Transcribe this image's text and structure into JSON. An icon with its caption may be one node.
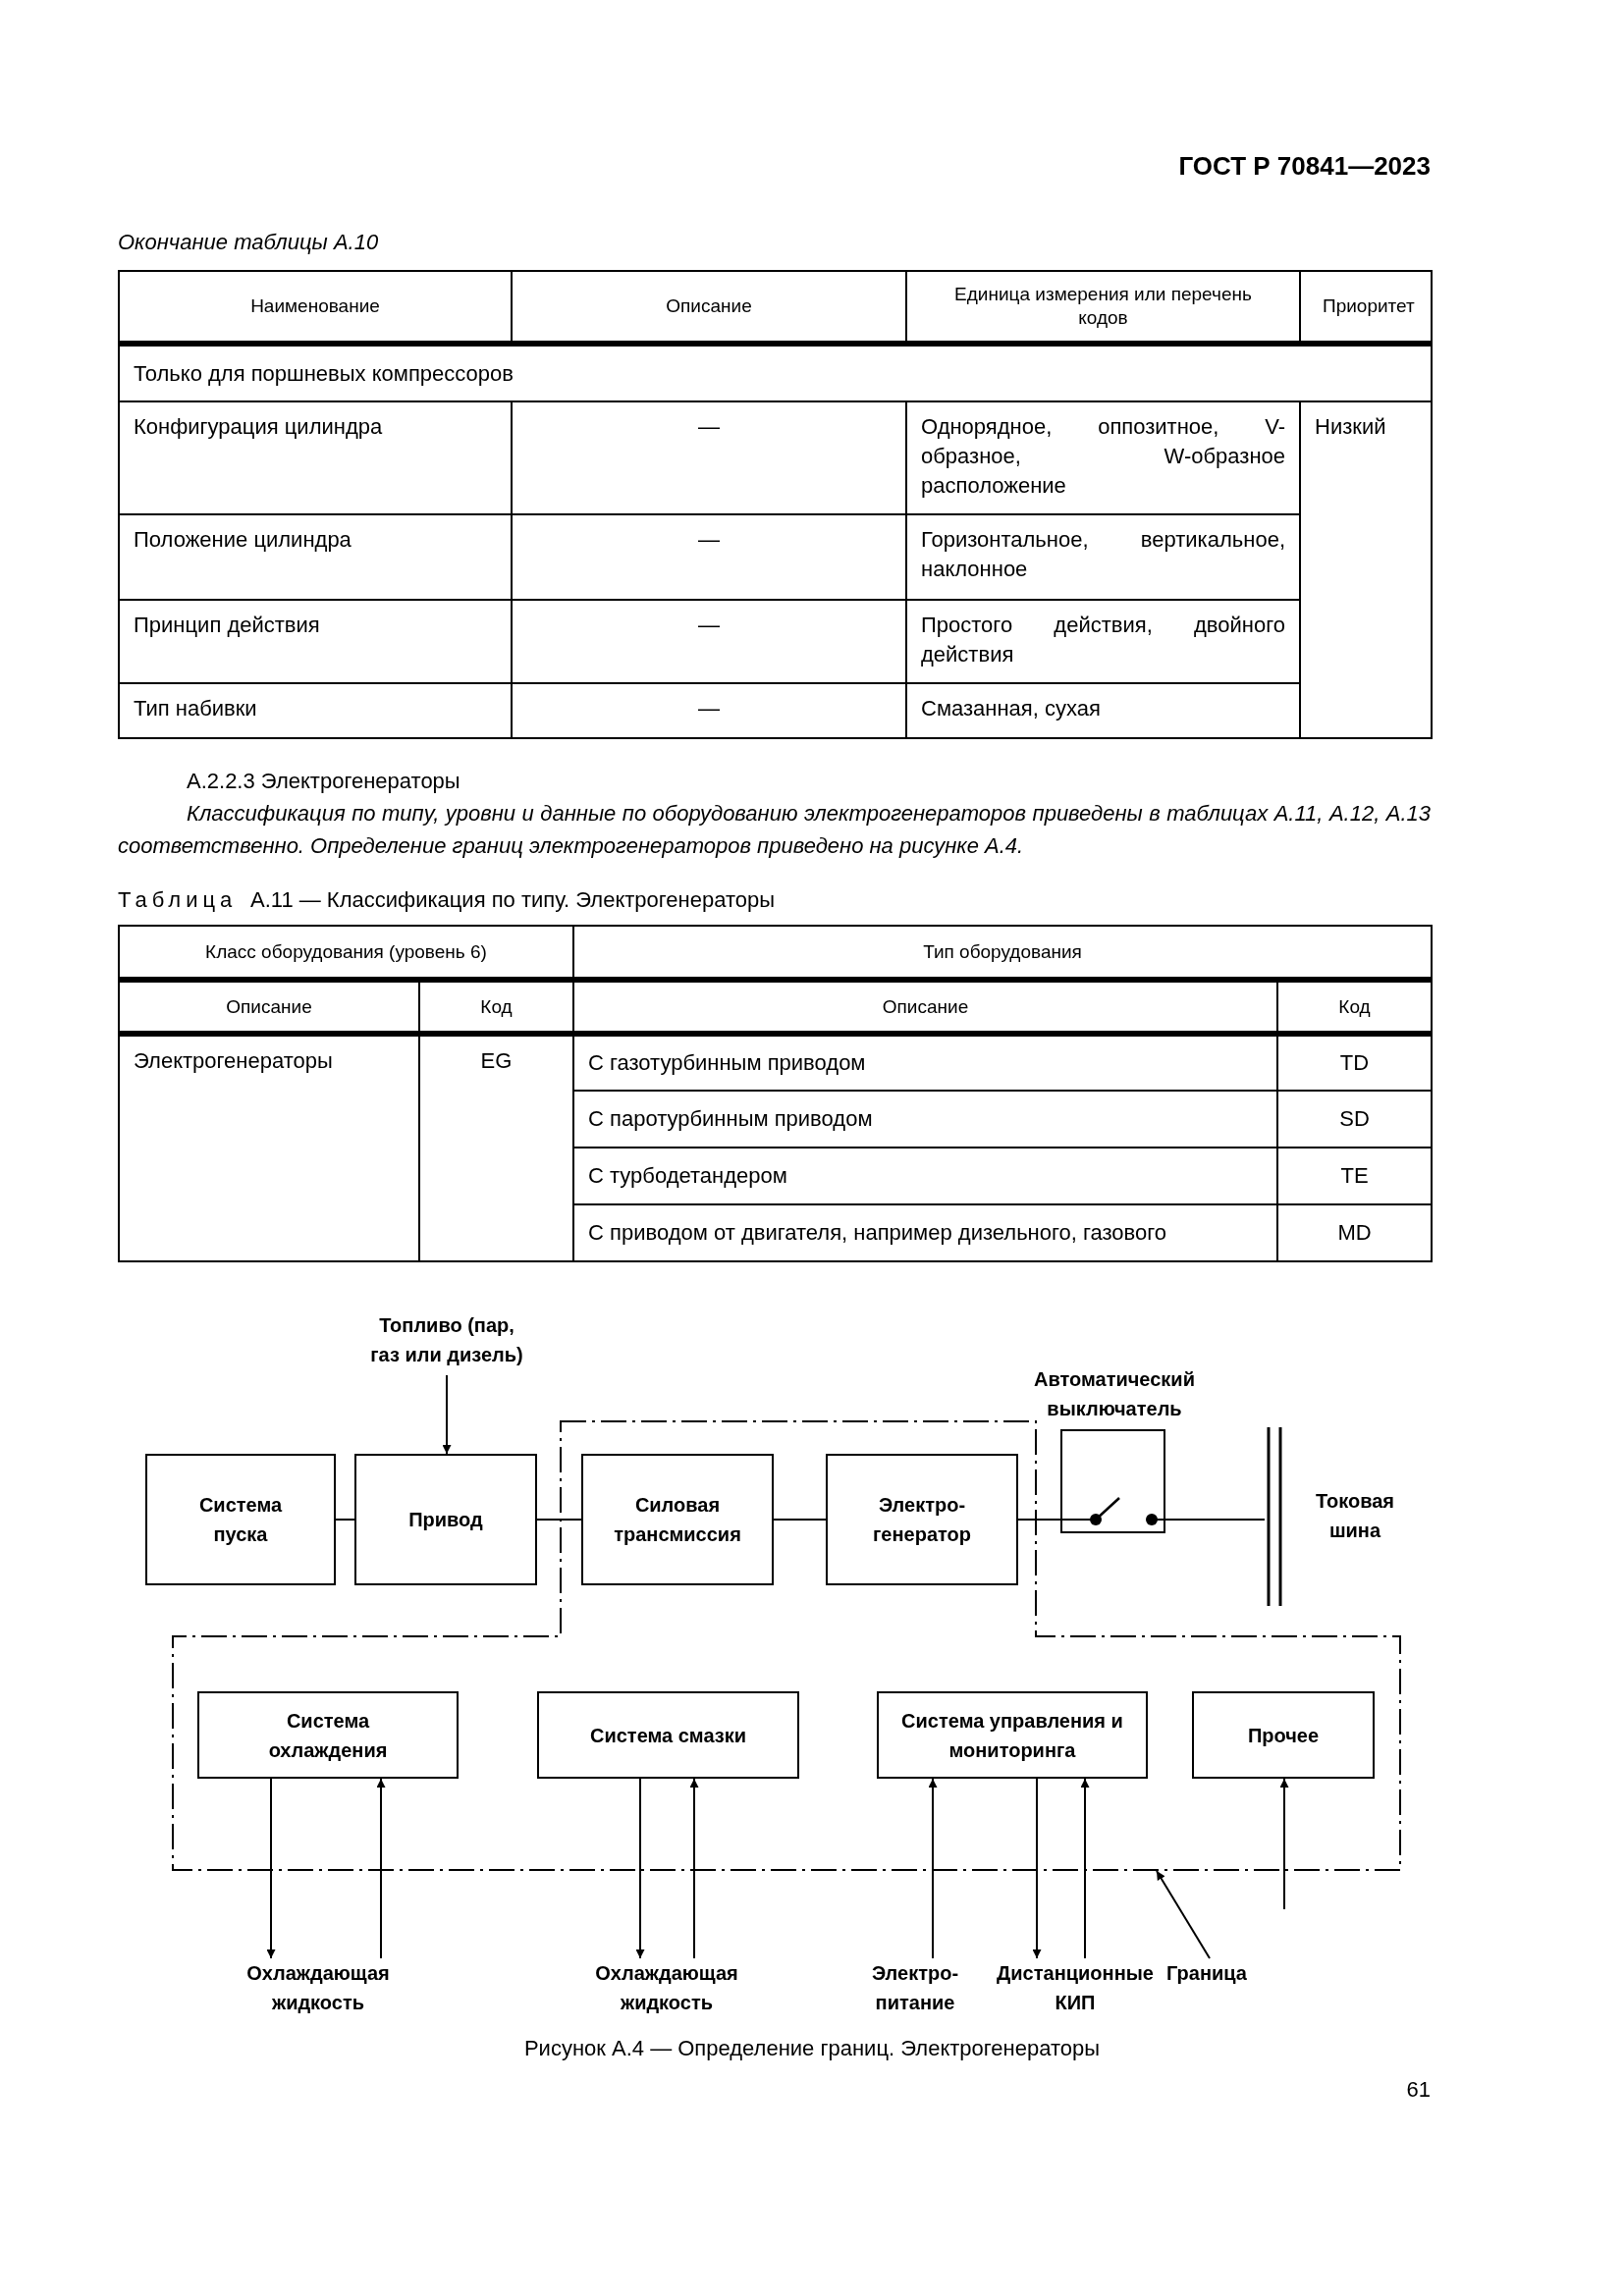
{
  "diagram": {
    "caption": "Рисунок А.4 — Определение границ. Электрогенераторы",
    "nodes": [
      {
        "text": [
          "Топливо (пар, газ или дизель)"
        ]
      },
      {
        "text": [],
        "shape": "box"
      },
      {
        "text": [
          "Система пуска"
        ]
      },
      {
        "text": [
          "Привод"
        ]
      },
      {
        "text": [
          "Силовая трансмиссия"
        ],
        "in": 1
      },
      {
        "text": [
          "Электро-генератор"
        ],
        "in": 1
      },
      {
        "text": [
          "Автоматический выключатель"
        ]
      },
      {
        "text": [],
        "shape": "bar",
        "beside": [
          "Токовая шина"
        ]
      },
      {
        "text": [
          "Система охлаждения"
        ],
        "in": 1
      },
      {
        "text": [
          "Система смазки"
        ],
        "in": 1
      },
      {
        "text": [
          "Система управления и мониторинга"
        ],
        "in": 1
      },
      {
        "text": [
          "Прочее"
        ],
        "in": 1
      },
      {
        "text": [
          "Охлаждающая жидкость"
        ]
      },
      {
        "text": [
          "Охлаждающая жидкость"
        ]
      },
      {
        "text": [
          "Электро-питание"
        ]
      },
      {
        "text": [
          "Дистанционные КИП"
        ]
      },
      {
        "text": [
          "Граница"
        ]
      }
    ],
    "edges": [
      {
        "from": 0,
        "to": 3,
        "arrow": "to"
      },
      {
        "from": 2,
        "to": 3,
        "arrow": "none"
      },
      {
        "from": 3,
        "to": 4,
        "arrow": "none"
      },
      {
        "from": 4,
        "to": 5,
        "arrow": "none"
      },
      {
        "from": 5,
        "to": 6,
        "arrow": "none"
      },
      {
        "from": 6,
        "to": 7,
        "arrow": "none"
      },
      {
        "from": 8,
        "to": 12,
        "arrow": "to"
      },
      {
        "from": 12,
        "to": 8,
        "arrow": "to"
      },
      {
        "from": 9,
        "to": 13,
        "arrow": "to"
      },
      {
        "from": 13,
        "to": 9,
        "arrow": "to"
      },
      {
        "from": 14,
        "to": 10,
        "arrow": "to"
      },
      {
        "from": 10,
        "to": 15,
        "arrow": "to"
      },
      {
        "from": 15,
        "to": 10,
        "arrow": "to"
      },
      {
        "from": null,
        "to": 11,
        "arrow": "to"
      },
      {
        "from": 16,
        "to": 1,
        "arrow": "to"
      }
    ],
    "labels": [
      "ГОСТ Р 70841—2023",
      "Окончание таблицы А.10",
      "Наименование",
      "Описание",
      "Единица измерения или перечень кодов",
      "Приоритет",
      "Только для поршневых компрессоров",
      "Конфигурация цилиндра",
      "—",
      "Однорядное, оппозитное, V-образное, W-образное расположение",
      "Низкий",
      "Положение цилиндра",
      "—",
      "Горизонтальное, вертикальное, наклонное",
      "Принцип действия",
      "—",
      "Простого действия, двойного действия",
      "Тип набивки",
      "—",
      "Смазанная, сухая",
      "А.2.2.3 Электрогенераторы",
      "Классификация по типу, уровни и данные по оборудованию электрогенераторов приведены в таблицах А.11, А.12, А.13 соответственно. Определение границ электрогенераторов приведено на рисунке А.4.",
      "Таблица",
      "А.11 — Классификация по типу. Электрогенераторы",
      "Класс оборудования (уровень 6)",
      "Тип оборудования",
      "Описание",
      "Код",
      "Описание",
      "Код",
      "Электрогенераторы",
      "EG",
      "С газотурбинным приводом",
      "TD",
      "С паротурбинным приводом",
      "SD",
      "С турбодетандером",
      "TE",
      "С приводом от двигателя, например дизельного, газового",
      "MD",
      "61"
    ]
  }
}
